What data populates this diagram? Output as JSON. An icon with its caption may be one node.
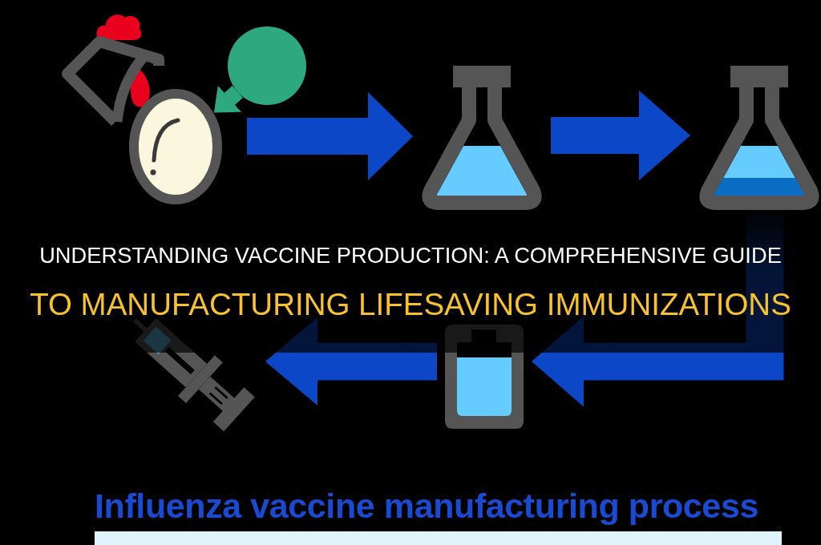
{
  "diagram": {
    "title": "UNDERSTANDING VACCINE PRODUCTION: A COMPREHENSIVE GUIDE TO MANUFACTURING LIFESAVING IMMUNIZATIONS",
    "caption": "Influenza vaccine manufacturing process",
    "nodes": [
      {
        "text": [],
        "shape": "picture"
      },
      {
        "text": [],
        "shape": "circle"
      },
      {
        "text": [],
        "shape": "picture"
      },
      {
        "text": [],
        "shape": "picture"
      },
      {
        "text": [],
        "shape": "picture"
      },
      {
        "text": [],
        "shape": "picture"
      },
      {
        "text": [],
        "shape": "picture"
      }
    ],
    "edges": [
      {
        "from": 1,
        "to": 2,
        "arrow": "to",
        "color": "#2ea87e"
      },
      {
        "from": 2,
        "to": 3,
        "arrow": "to"
      },
      {
        "from": 3,
        "to": 4,
        "arrow": "to"
      },
      {
        "from": 4,
        "to": 5,
        "arrow": "to"
      },
      {
        "from": 5,
        "to": 6,
        "arrow": "to"
      }
    ]
  }
}
